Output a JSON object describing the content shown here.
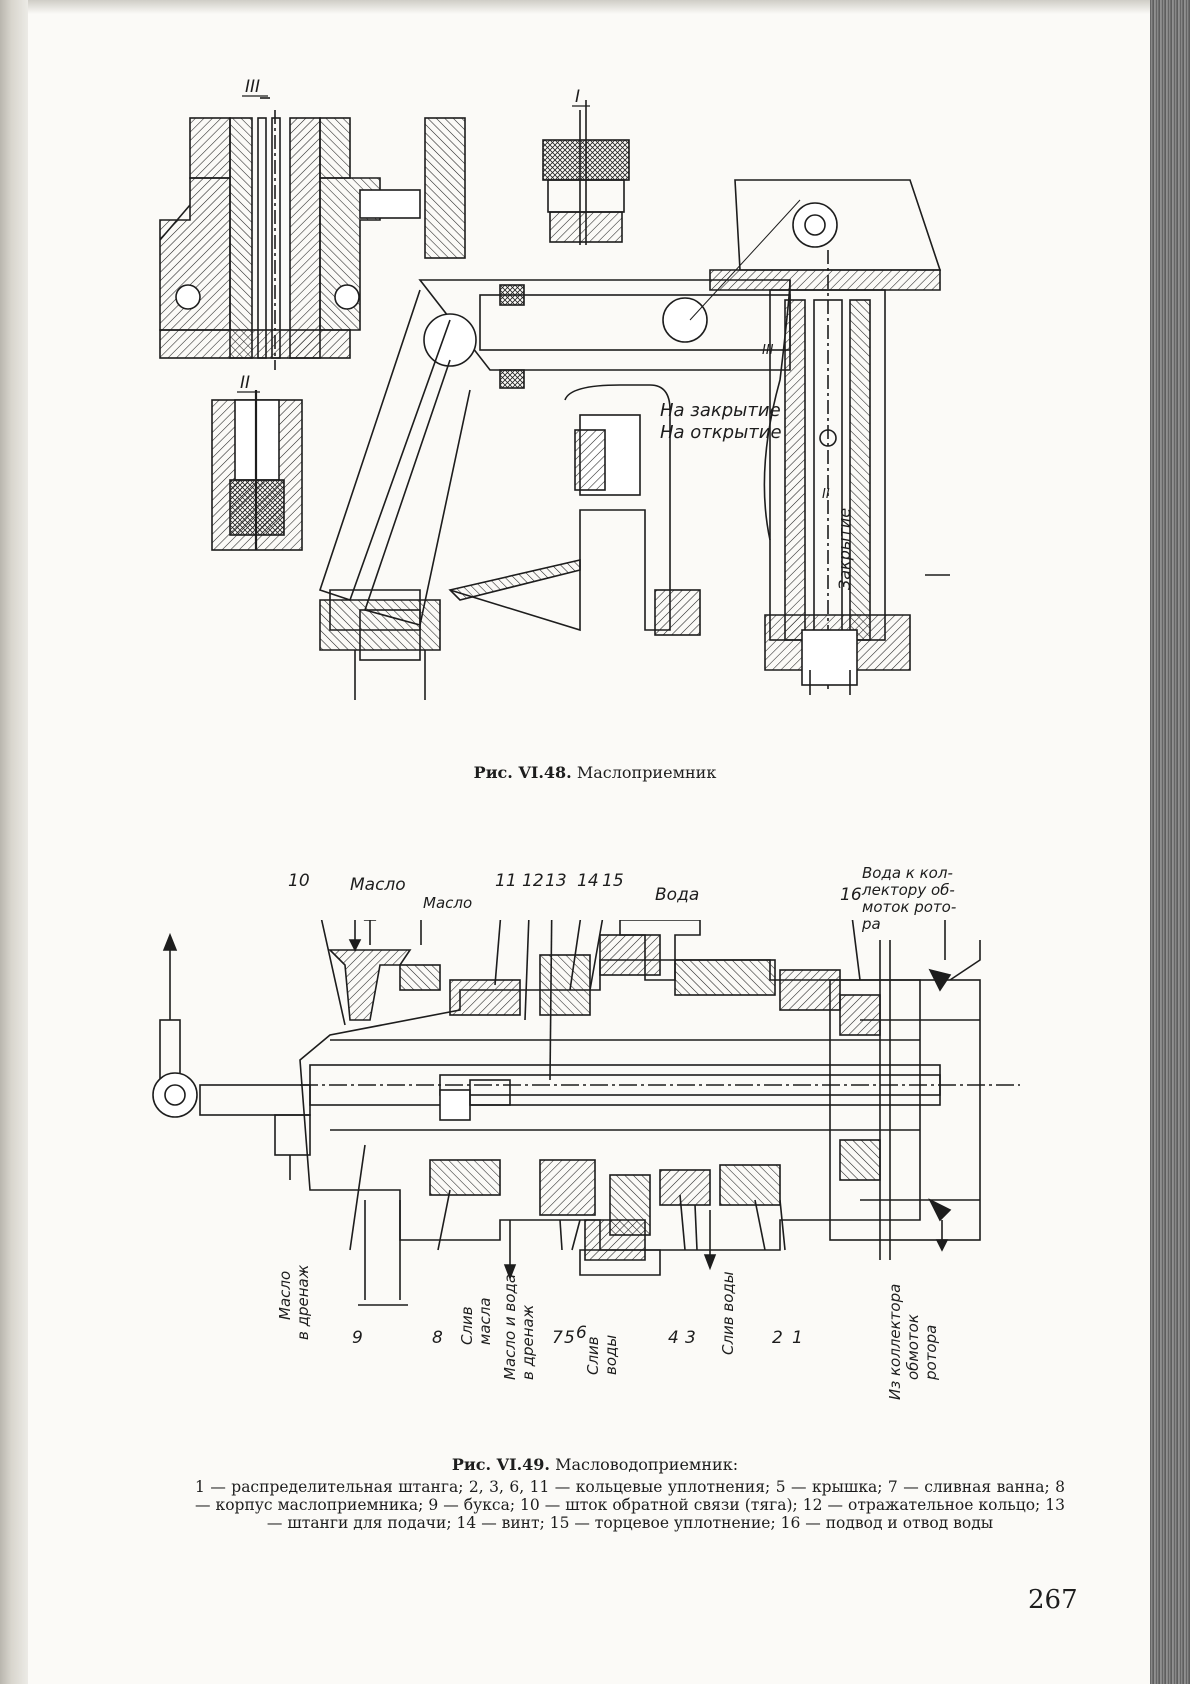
{
  "fig48": {
    "labels": {
      "detail_III": "III",
      "detail_I": "I",
      "detail_II": "II",
      "section_III": "III",
      "section_II": "II",
      "close_label": "На закрытие",
      "open_label": "На открытие",
      "vertical_label": "Закрытие"
    },
    "caption_number": "Рис. VI.48.",
    "caption_title": "Маслоприемник"
  },
  "fig49": {
    "callouts": {
      "c10": "10",
      "c11": "11",
      "c12": "12",
      "c13": "13",
      "c14": "14",
      "c15": "15",
      "c16": "16",
      "c9": "9",
      "c8": "8",
      "c7": "7",
      "c6": "6",
      "c5": "5",
      "c4": "4",
      "c3": "3",
      "c2": "2",
      "c1": "1"
    },
    "labels": {
      "oil_in": "Масло",
      "oil_in2": "Масло",
      "water": "Вода",
      "water_to_collector_1": "Вода к кол-",
      "water_to_collector_2": "лектору об-",
      "water_to_collector_3": "моток рото-",
      "water_to_collector_4": "ра",
      "oil_drain_1": "Масло",
      "oil_drain_2": "в дренаж",
      "drain_oil_1": "Слив",
      "drain_oil_2": "масла",
      "oil_water_drain_1": "Масло и вода",
      "oil_water_drain_2": "в дренаж",
      "drain_water_1": "Слив",
      "drain_water_2": "воды",
      "drain_water_single": "Слив воды",
      "from_collector_1": "Из коллектора",
      "from_collector_2": "обмоток",
      "from_collector_3": "ротора"
    },
    "caption_number": "Рис. VI.49.",
    "caption_title": "Масловодоприемник:",
    "legend": "1 — распределительная штанга; 2, 3, 6, 11 — кольцевые уплотнения; 5 — крышка; 7 — сливная ванна; 8 — корпус маслоприемника; 9 — букса; 10 — шток обратной связи (тяга); 12 — отражательное кольцо; 13 — штанги для подачи; 14 — винт; 15 — торцевое уплотнение; 16 — подвод и отвод воды"
  },
  "page_number": "267"
}
